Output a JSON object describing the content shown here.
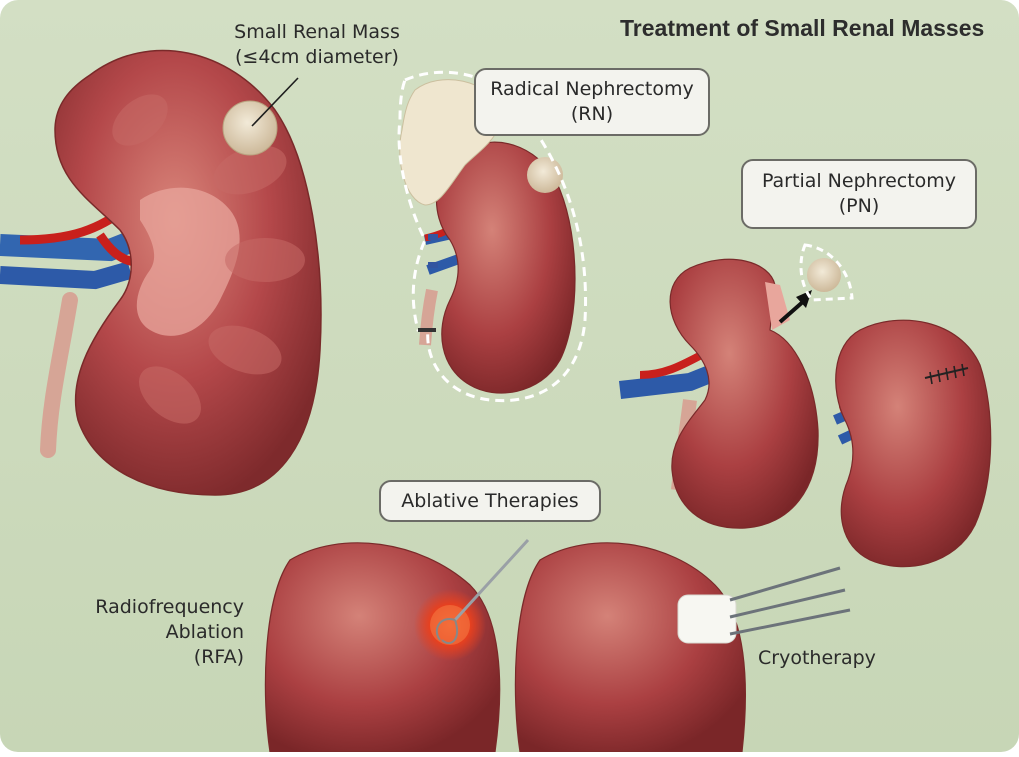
{
  "title": "Treatment of Small Renal Masses",
  "colors": {
    "background": "#cfdcbf",
    "kidney": "#a23a3a",
    "kidney_highlight": "#d97f75",
    "tumor": "#e6d9c2",
    "artery": "#c8201c",
    "vein": "#2d5aa8",
    "ureter": "#d9a89a",
    "ablation_glow": "#f04020"
  },
  "labels": {
    "small_mass_line1": "Small Renal Mass",
    "small_mass_line2": "(≤4cm diameter)",
    "rn_line1": "Radical Nephrectomy",
    "rn_line2": "(RN)",
    "pn_line1": "Partial Nephrectomy",
    "pn_line2": "(PN)",
    "ablative": "Ablative Therapies",
    "rfa_line1": "Radiofrequency",
    "rfa_line2": "Ablation",
    "rfa_line3": "(RFA)",
    "cryo": "Cryotherapy"
  }
}
